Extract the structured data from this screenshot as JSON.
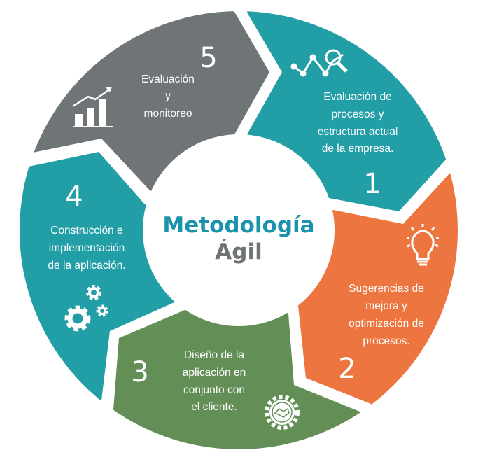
{
  "title": {
    "line1": "Metodología",
    "line2": "Ágil"
  },
  "colors": {
    "teal": "#229ea6",
    "orange": "#ec7540",
    "green": "#638f57",
    "gray": "#6f7577",
    "title_teal": "#1b93ad",
    "title_gray": "#6f7577"
  },
  "steps": [
    {
      "number": "1",
      "lines": [
        "Evaluación de",
        "procesos y",
        "estructura actual",
        "de la empresa."
      ],
      "icon": "analytics-search-icon"
    },
    {
      "number": "2",
      "lines": [
        "Sugerencias de",
        "mejora y",
        "optimización de",
        "procesos."
      ],
      "icon": "lightbulb-icon"
    },
    {
      "number": "3",
      "lines": [
        "Diseño de la",
        "aplicación en",
        "conjunto con",
        "el cliente."
      ],
      "icon": "handshake-gear-icon"
    },
    {
      "number": "4",
      "lines": [
        "Construcción e",
        "implementación",
        "de la aplicación."
      ],
      "icon": "gears-icon"
    },
    {
      "number": "5",
      "lines": [
        "Evaluación",
        "y",
        "monitoreo"
      ],
      "icon": "growth-chart-icon"
    }
  ]
}
